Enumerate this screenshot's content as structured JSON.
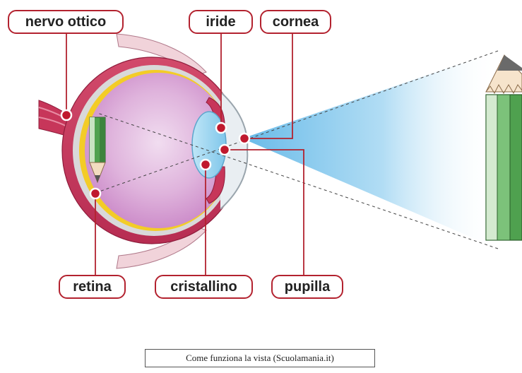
{
  "labels": {
    "optic_nerve": "nervo ottico",
    "iris": "iride",
    "cornea": "cornea",
    "retina": "retina",
    "lens": "cristallino",
    "pupil": "pupilla"
  },
  "caption": "Come funziona la vista (Scuolamania.it)",
  "colors": {
    "label_border": "#b3222f",
    "marker": "#c0192e",
    "sclera": "#c7365a",
    "eye_interior": "#d9a6d6",
    "retina_layer": "#f3cc27",
    "light_cone": "#7cc4ec",
    "pencil_green": "#4fa14f"
  },
  "icons": [
    "eye-illustration",
    "pencil-illustration",
    "inverted-pencil-image"
  ]
}
